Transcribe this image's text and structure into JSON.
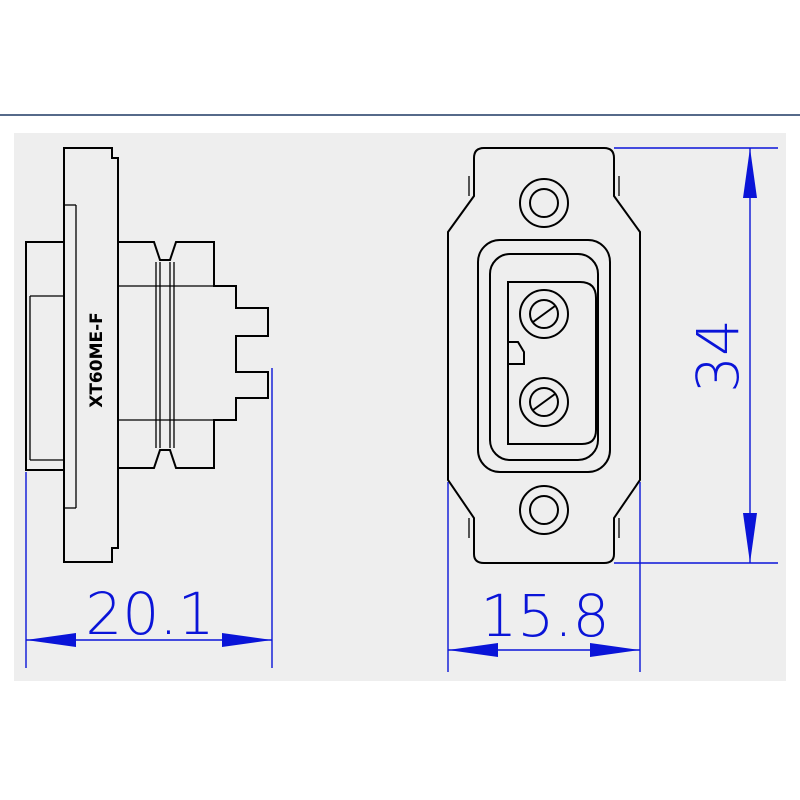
{
  "part_label": "XT60ME-F",
  "dimensions": {
    "overall_length": "20.1",
    "overall_width": "15.8",
    "overall_height": "34"
  },
  "colors": {
    "frame_border": "#1f3864",
    "panel_bg": "#eeeeee",
    "dimension": "#0a14d8",
    "outline": "#000000"
  }
}
